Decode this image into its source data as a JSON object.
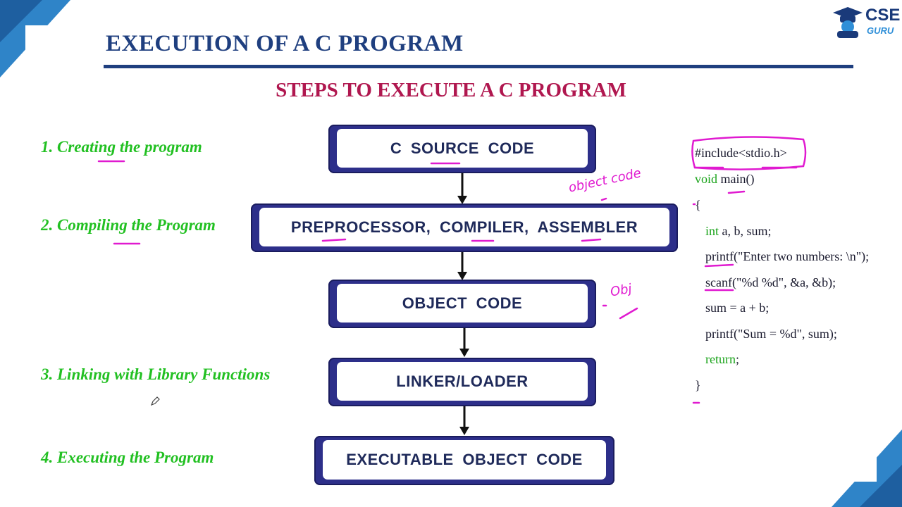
{
  "header": {
    "title": "EXECUTION OF A C PROGRAM",
    "subtitle": "STEPS TO EXECUTE A C PROGRAM"
  },
  "logo": {
    "main": "CSE",
    "sub": "GURU"
  },
  "steps": [
    {
      "label": "1. Creating the program"
    },
    {
      "label": "2. Compiling the Program"
    },
    {
      "label": "3. Linking with Library Functions"
    },
    {
      "label": "4.  Executing the Program"
    }
  ],
  "flow": {
    "boxes": [
      {
        "label": "C SOURCE CODE"
      },
      {
        "label": "PREPROCESSOR, COMPILER, ASSEMBLER"
      },
      {
        "label": "OBJECT CODE"
      },
      {
        "label": "LINKER/LOADER"
      },
      {
        "label": "EXECUTABLE OBJECT CODE"
      }
    ]
  },
  "code": {
    "lines": [
      {
        "pre": "",
        "kw": "",
        "text": "#include<stdio.h>"
      },
      {
        "pre": "",
        "kw": "void",
        "text": " main()"
      },
      {
        "pre": "",
        "kw": "",
        "text": "{"
      },
      {
        "pre": "",
        "kw": "int",
        "text": " a, b, sum;"
      },
      {
        "pre": "",
        "kw": "",
        "text": "printf(\"Enter two numbers: \\n\");"
      },
      {
        "pre": "",
        "kw": "",
        "text": "scanf(\"%d %d\", &a, &b);"
      },
      {
        "pre": "",
        "kw": "",
        "text": "sum = a + b;"
      },
      {
        "pre": "",
        "kw": "",
        "text": "printf(\"Sum = %d\", sum);"
      },
      {
        "pre": "",
        "kw": "return",
        "text": ";"
      },
      {
        "pre": "",
        "kw": "",
        "text": "}"
      }
    ]
  },
  "annotations": {
    "object_code": "object code",
    "obj": "Obj"
  },
  "colors": {
    "title": "#1f3f7f",
    "subtitle": "#b0174f",
    "step": "#22c022",
    "box": "#2d2f8a",
    "ink": "#e01ad0"
  }
}
